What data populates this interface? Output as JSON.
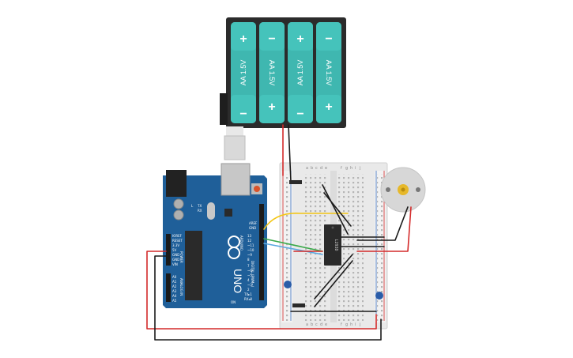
{
  "battery_pack": {
    "cells": [
      {
        "top_sign": "+",
        "label": "AA 1.5V",
        "bottom_sign": "−"
      },
      {
        "top_sign": "−",
        "label": "AA 1.5V",
        "bottom_sign": "+"
      },
      {
        "top_sign": "+",
        "label": "AA 1.5V",
        "bottom_sign": "−"
      },
      {
        "top_sign": "−",
        "label": "AA 1.5V",
        "bottom_sign": "+"
      }
    ]
  },
  "arduino": {
    "brand": "ARDUINO",
    "model": "UNO",
    "tx_label": "TX",
    "rx_label": "RX",
    "l_label": "L",
    "on_label": "ON",
    "aref_label": "AREF",
    "gnd_label": "GND",
    "digital_label": "DIGITAL (PWM~)",
    "power_label": "POWER",
    "analog_label": "ANALOG IN",
    "power_pins": [
      "IOREF",
      "RESET",
      "3.3V",
      "5V",
      "GND",
      "GND",
      "VIN"
    ],
    "analog_pins": [
      "A0",
      "A1",
      "A2",
      "A3",
      "A4",
      "A5"
    ],
    "digital_pins": [
      "13",
      "12",
      "~11",
      "~10",
      "~9",
      "8",
      "7",
      "~6",
      "~5",
      "4",
      "~3",
      "2",
      "TX▸1",
      "RX◂0"
    ]
  },
  "breadboard": {
    "columns_left": [
      "a",
      "b",
      "c",
      "d",
      "e"
    ],
    "columns_right": [
      "f",
      "g",
      "h",
      "i",
      "j"
    ]
  },
  "ic": {
    "label": "L293D"
  },
  "colors": {
    "battery_body": "#3fb7b0",
    "battery_case": "#2b2b2b",
    "arduino_board": "#1f5f99",
    "wire_red": "#d42a2a",
    "wire_black": "#1a1a1a",
    "wire_yellow": "#f3c614",
    "wire_green": "#3aa94a",
    "wire_blue": "#5aa8e0",
    "capacitor": "#2a5ca8",
    "motor_body": "#d7d7d7",
    "motor_shaft": "#e6b82a"
  }
}
